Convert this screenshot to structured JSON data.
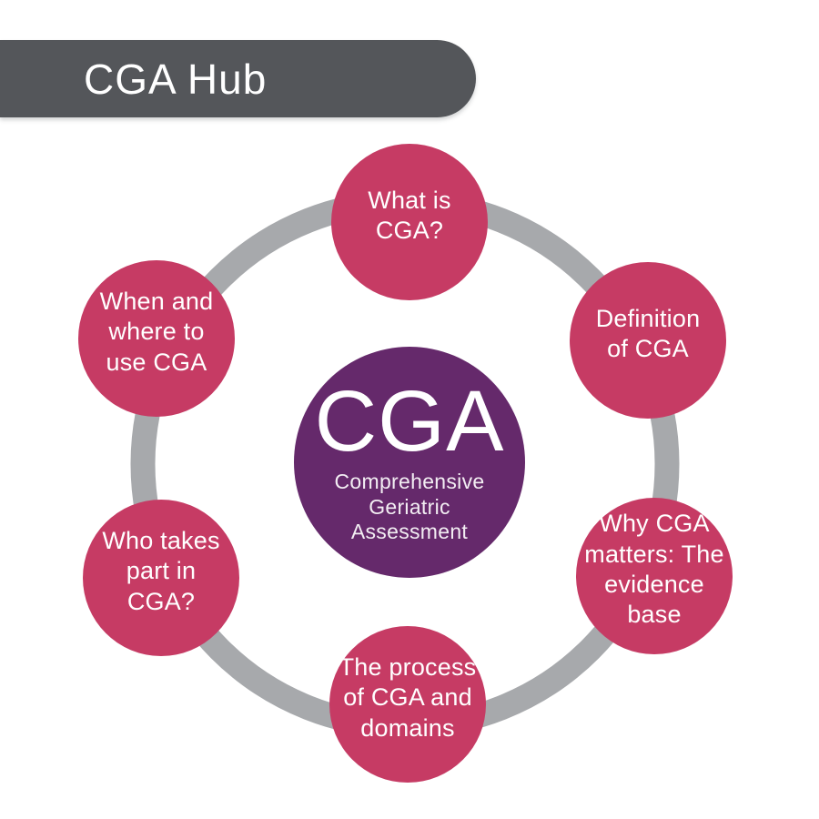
{
  "header": {
    "title": "CGA Hub"
  },
  "colors": {
    "header_bg": "#54565A",
    "ring": "#A7A9AC",
    "node_bg": "#C63B64",
    "center_bg": "#65296B",
    "text": "#FFFFFF"
  },
  "center": {
    "title": "CGA",
    "subtitle": "Comprehensive Geriatric Assessment",
    "subtitle_lines": [
      "Comprehensive",
      "Geriatric",
      "Assessment"
    ]
  },
  "satellites": [
    {
      "id": "what-is-cga",
      "label": "What is CGA?",
      "lines": [
        "What is",
        "CGA?"
      ]
    },
    {
      "id": "definition-of-cga",
      "label": "Definition of CGA",
      "lines": [
        "Definition",
        "of CGA"
      ]
    },
    {
      "id": "why-cga-matters",
      "label": "Why CGA matters: The evidence base",
      "lines": [
        "Why CGA",
        "matters: The",
        "evidence",
        "base"
      ]
    },
    {
      "id": "process-of-cga",
      "label": "The process of CGA and domains",
      "lines": [
        "The process",
        "of CGA and",
        "domains"
      ]
    },
    {
      "id": "who-takes-part",
      "label": "Who takes part in CGA?",
      "lines": [
        "Who takes",
        "part in",
        "CGA?"
      ]
    },
    {
      "id": "when-where-use-cga",
      "label": "When and where to use CGA",
      "lines": [
        "When and",
        "where to",
        "use CGA"
      ]
    }
  ]
}
